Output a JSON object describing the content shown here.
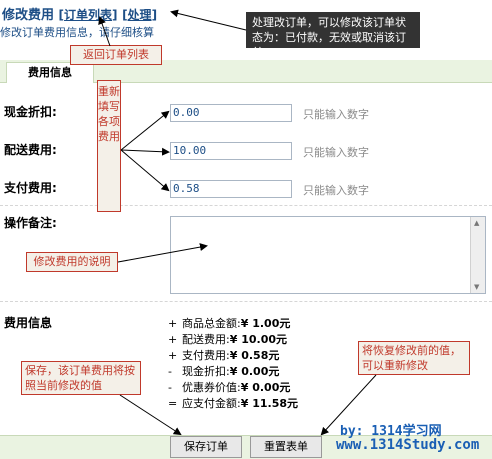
{
  "header": {
    "title": "修改费用",
    "link_orders": "订单列表",
    "link_process": "处理",
    "subtitle": "修改订单费用信息，请仔细核算"
  },
  "tab": {
    "label": "费用信息"
  },
  "form": {
    "discount_label": "现金折扣:",
    "discount_value": "0.00",
    "shipping_label": "配送费用:",
    "shipping_value": "10.00",
    "payfee_label": "支付费用:",
    "payfee_value": "0.58",
    "hint": "只能输入数字",
    "note_label": "操作备注:"
  },
  "fees": {
    "section_label": "费用信息",
    "lines": [
      {
        "sign": "+",
        "label": "商品总金额:",
        "value": "¥ 1.00元"
      },
      {
        "sign": "+",
        "label": "配送费用:",
        "value": "¥ 10.00元"
      },
      {
        "sign": "+",
        "label": "支付费用:",
        "value": "¥ 0.58元"
      },
      {
        "sign": "-",
        "label": "现金折扣:",
        "value": "¥ 0.00元"
      },
      {
        "sign": "-",
        "label": "优惠券价值:",
        "value": "¥ 0.00元"
      },
      {
        "sign": "=",
        "label": "应支付金额:",
        "value": "¥ 11.58元"
      }
    ]
  },
  "buttons": {
    "save": "保存订单",
    "reset": "重置表单"
  },
  "annotations": {
    "process_tip": "处理改订单，可以修改该订单状态为：已付款，无效或取消该订单",
    "back_tip": "返回订单列表",
    "refill_tip": "重新填写各项费用",
    "note_tip": "修改费用的说明",
    "save_tip": "保存，该订单费用将按照当前修改的值",
    "reset_tip": "将恢复修改前的值，可以重新修改"
  },
  "watermark": {
    "line1": "by: 1314学习网",
    "line2": "www.1314Study.com"
  },
  "colors": {
    "accent_blue": "#1d4e86",
    "annotation_red": "#c0392b",
    "panel_green": "#eaf3e1"
  }
}
